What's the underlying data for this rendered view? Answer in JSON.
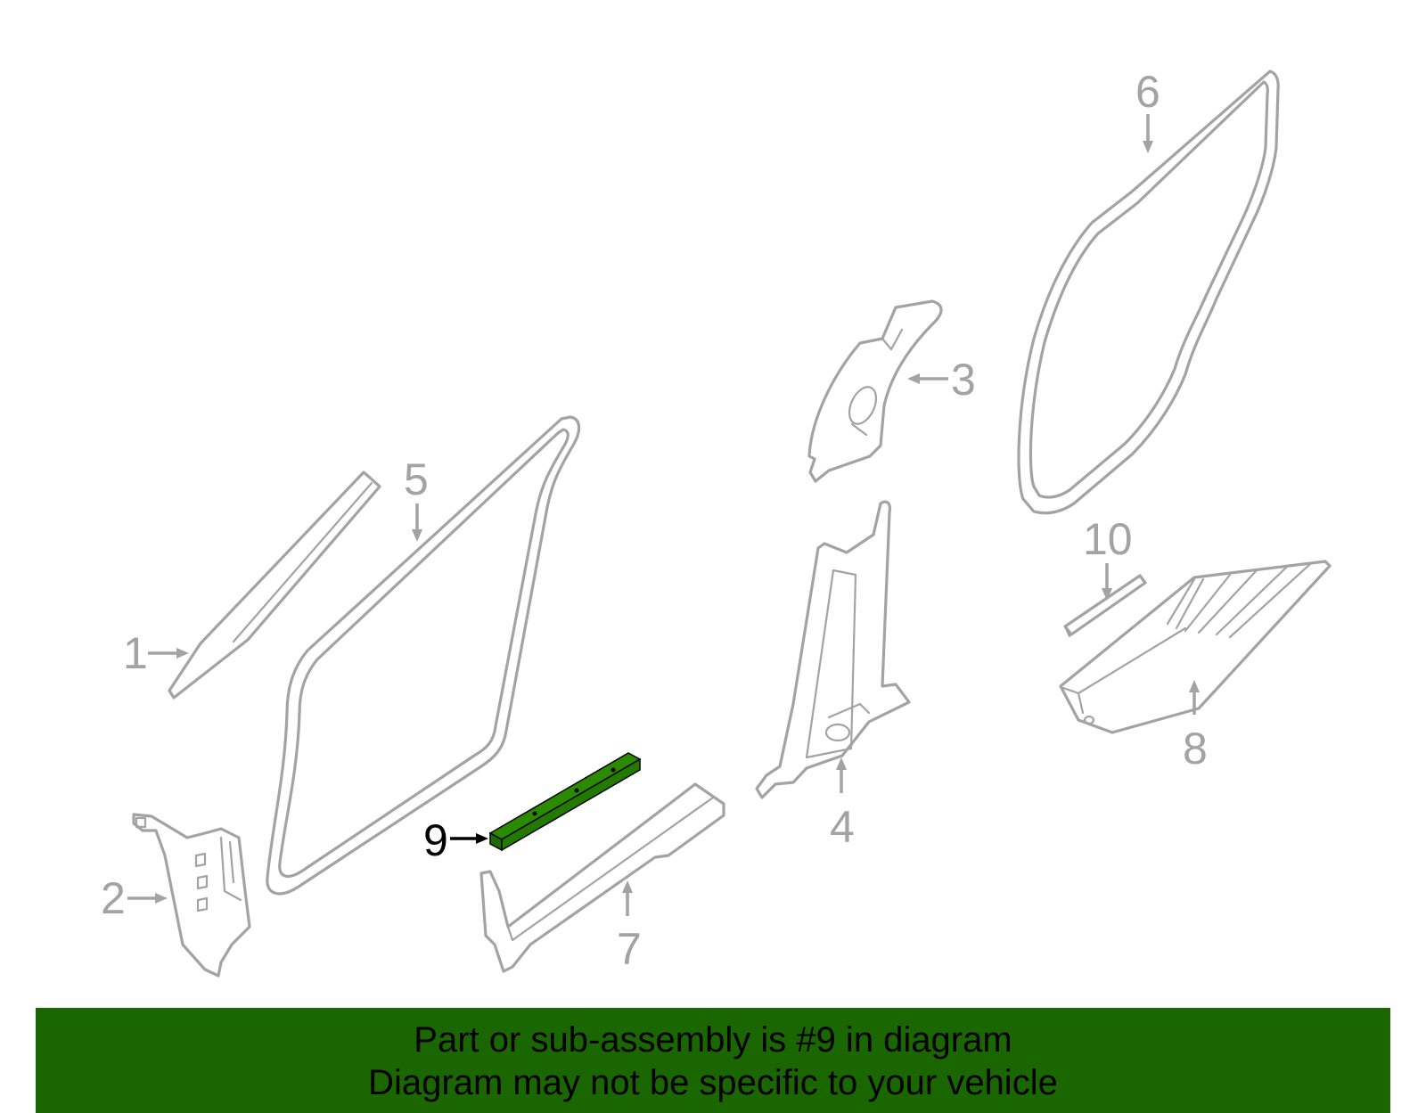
{
  "diagram": {
    "highlight_color": "#2a8a00",
    "callouts": [
      {
        "id": "1",
        "label": "1"
      },
      {
        "id": "2",
        "label": "2"
      },
      {
        "id": "3",
        "label": "3"
      },
      {
        "id": "4",
        "label": "4"
      },
      {
        "id": "5",
        "label": "5"
      },
      {
        "id": "6",
        "label": "6"
      },
      {
        "id": "7",
        "label": "7"
      },
      {
        "id": "8",
        "label": "8"
      },
      {
        "id": "9",
        "label": "9",
        "highlighted": true
      },
      {
        "id": "10",
        "label": "10"
      }
    ]
  },
  "banner": {
    "background": "#1a6600",
    "line1": "Part or sub-assembly is #9 in diagram",
    "line2": "Diagram may not be specific to your vehicle"
  }
}
